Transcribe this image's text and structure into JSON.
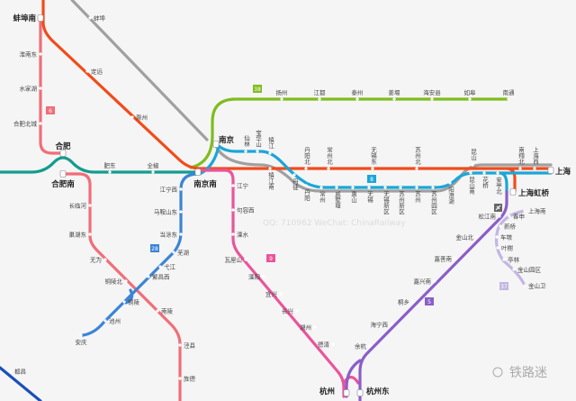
{
  "colors": {
    "beijing_shanghai": "#f24b1a",
    "intercity": "#a0a0a0",
    "l38": "#80bc1e",
    "l8": "#1ba6d8",
    "hefei_nanjing": "#139c8f",
    "l6": "#f06e78",
    "l28": "#3b84d6",
    "l9": "#e9559a",
    "l5": "#8b5ec9",
    "l37": "#c4b6e3",
    "jiujing": "#1c4fb8"
  },
  "hubs": {
    "bengbu_south": "蚌埠南",
    "hefei": "合肥",
    "hefei_south": "合肥南",
    "nanjing": "南京",
    "nanjing_south": "南京南",
    "shanghai": "上海",
    "hongqiao": "上海虹桥",
    "hangzhou": "杭州",
    "hangzhou_east": "杭州东"
  },
  "lines": {
    "orange": {
      "stations": [
        "定远",
        "滁州",
        "镇江南",
        "丹阳北",
        "常州北",
        "无锡东",
        "苏州北",
        "南翔北",
        "上海西"
      ]
    },
    "gray": {
      "stations": [
        "蚌埠",
        "昆山"
      ]
    },
    "l38": {
      "badge": "38",
      "stations": [
        "扬州",
        "江都",
        "泰州",
        "姜堰",
        "海安县",
        "如皋",
        "南通"
      ]
    },
    "l8": {
      "badge": "8",
      "stations": [
        "仙林",
        "宝华山",
        "镇江",
        "丹徒",
        "丹阳",
        "常州",
        "戚墅堰",
        "惠山",
        "无锡",
        "无锡新区",
        "苏州新区",
        "苏州",
        "苏州园区",
        "阳澄湖",
        "昆山南",
        "花桥",
        "安亭北"
      ]
    },
    "teal": {
      "stations": [
        "肥东",
        "全椒"
      ]
    },
    "l6": {
      "badge": "6",
      "stations": [
        "淮南东",
        "水家湖",
        "合肥北城",
        "长临河",
        "巢湖东",
        "无为",
        "铜陵北",
        "南陵",
        "泾县",
        "旌德"
      ]
    },
    "l28": {
      "badge": "28",
      "stations": [
        "江宁西",
        "马鞍山东",
        "当涂东",
        "芜湖",
        "弋江",
        "繁昌西",
        "铜陵",
        "池州",
        "安庆"
      ]
    },
    "l9": {
      "badge": "9",
      "stations": [
        "江宁",
        "句容西",
        "溧水",
        "瓦屋山",
        "溧阳",
        "宜兴",
        "长兴",
        "湖州",
        "德清"
      ]
    },
    "l5": {
      "badge": "5",
      "stations": [
        "松江南",
        "金山北",
        "嘉善南",
        "嘉兴南",
        "桐乡",
        "海宁西",
        "余杭"
      ]
    },
    "l37": {
      "badge": "37",
      "stations": [
        "上海南",
        "春申",
        "新桥",
        "车墩",
        "叶榭",
        "亭林",
        "金山园区",
        "金山卫"
      ]
    },
    "jiujing": {
      "stations": [
        "都昌"
      ]
    }
  },
  "watermark": {
    "text": "QQ: 710962  WeChat: ChinaRailway",
    "logo": "铁路迷"
  }
}
